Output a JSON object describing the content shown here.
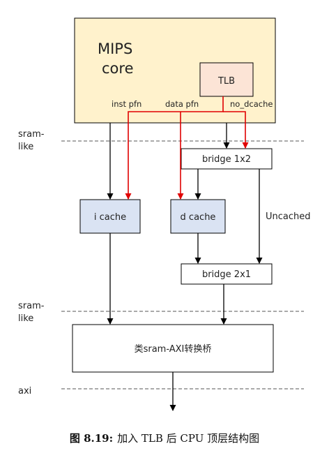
{
  "core": {
    "title_line1": "MIPS",
    "title_line2": "core",
    "tlb": "TLB"
  },
  "signals": {
    "inst_pfn": "inst pfn",
    "data_pfn": "data pfn",
    "no_dcache": "no_dcache"
  },
  "levels": {
    "sram_like_1_a": "sram-",
    "sram_like_1_b": "like",
    "sram_like_2_a": "sram-",
    "sram_like_2_b": "like",
    "axi": "axi"
  },
  "blocks": {
    "bridge_1x2": "bridge 1x2",
    "icache": "i cache",
    "dcache": "d cache",
    "uncached": "Uncached",
    "bridge_2x1": "bridge 2x1",
    "converter": "类sram-AXI转换桥"
  },
  "caption": {
    "label": "图 8.19:",
    "text": "加入 TLB 后 CPU 顶层结构图"
  },
  "colors": {
    "core_fill": "#fff2cc",
    "tlb_fill": "#fce4d6",
    "cache_fill": "#dae3f3",
    "red_line": "#e00000",
    "black_line": "#000000"
  }
}
